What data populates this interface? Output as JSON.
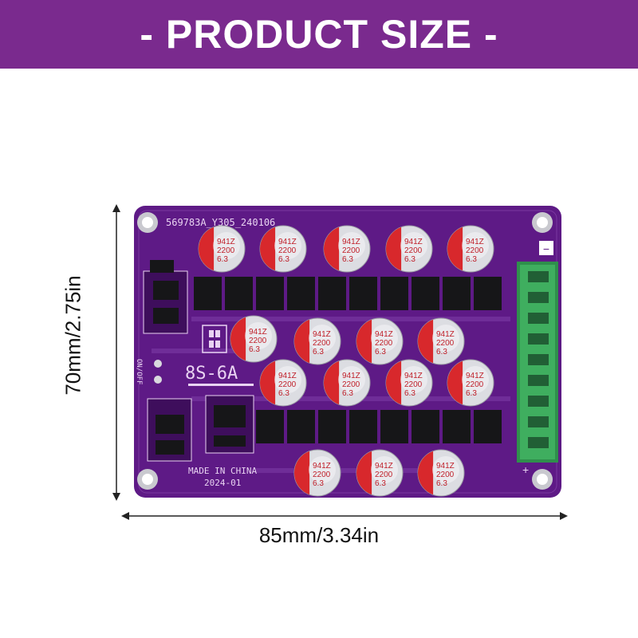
{
  "banner": {
    "title": "- PRODUCT SIZE -"
  },
  "dimensions": {
    "height_label": "70mm/2.75in",
    "width_label": "85mm/3.34in"
  },
  "board": {
    "part_code": "569783A_Y305_240106",
    "model": "8S-6A",
    "origin": "MADE IN CHINA",
    "date": "2024-01",
    "switch_label": "ON/OFF",
    "terminal_minus": "−",
    "terminal_plus": "+"
  },
  "capacitor": {
    "line1": "941Z",
    "line2": "2200",
    "line3": "6.3"
  },
  "colors": {
    "banner": "#7a2a8e",
    "pcb": "#5e1a86",
    "capacitor_red": "#d8282c",
    "terminal_green": "#3fae5f"
  }
}
